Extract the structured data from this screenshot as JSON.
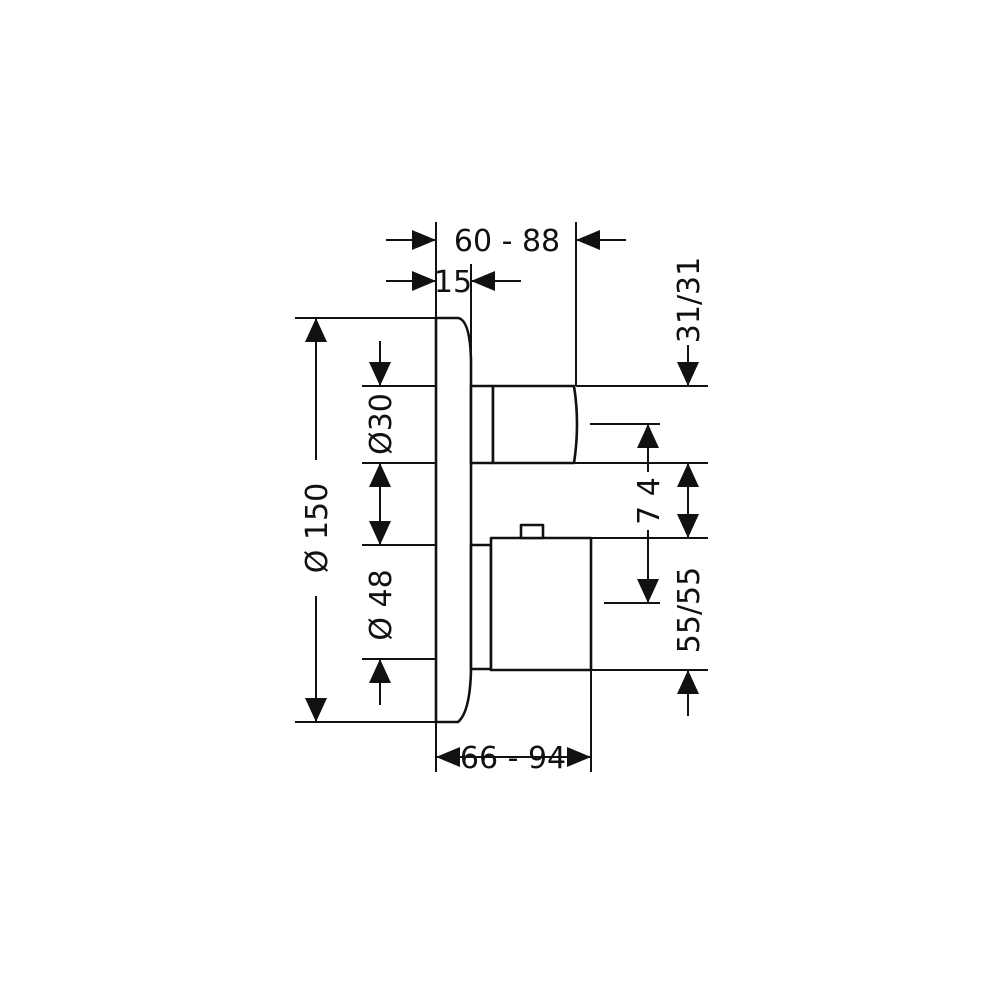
{
  "drawing": {
    "dimensions": {
      "depth_top": "60 - 88",
      "plate_thickness": "15",
      "offset_top": "31/31",
      "knob_top_diameter": "Ø30",
      "center_distance": "7 4",
      "plate_diameter": "Ø 150",
      "knob_bottom_diameter": "Ø  48",
      "offset_bottom": "55/55",
      "depth_bottom": "66 - 94"
    }
  }
}
